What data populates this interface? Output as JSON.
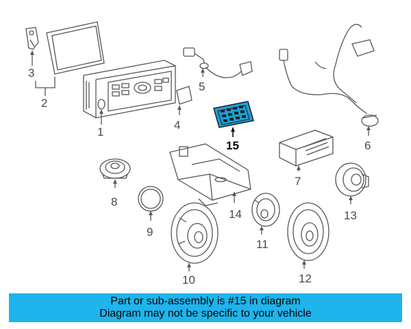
{
  "callouts": [
    "1",
    "2",
    "3",
    "4",
    "5",
    "6",
    "7",
    "8",
    "9",
    "10",
    "11",
    "12",
    "13",
    "14",
    "15"
  ],
  "highlighted_part": "15",
  "highlight_color": "#1a9fd8",
  "banner": {
    "line1": "Part or sub-assembly is #15 in diagram",
    "line2": "Diagram may not be specific to your vehicle",
    "background": "#1fb4ec"
  }
}
